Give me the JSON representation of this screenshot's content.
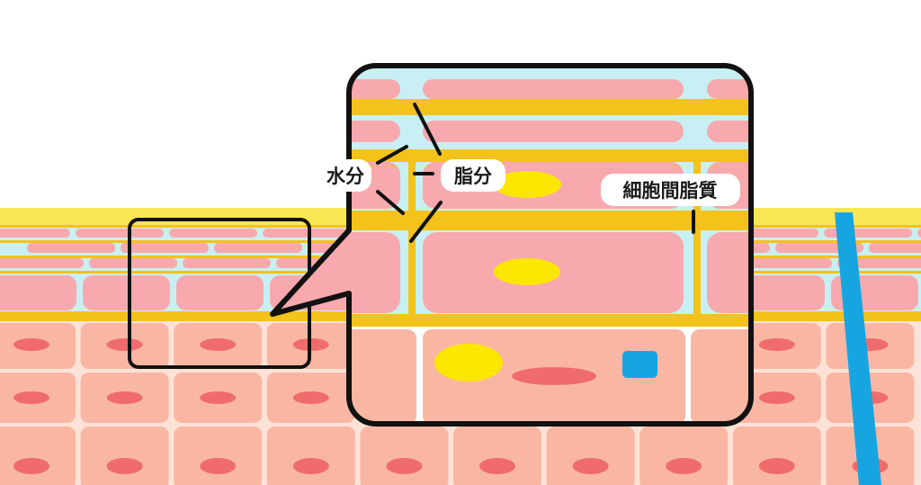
{
  "labels": {
    "water": "水分",
    "oil": "脂分",
    "intercellular_lipid": "細胞間脂質"
  },
  "colors": {
    "stratum_pink": "#f7a9ae",
    "water_cyan": "#c8f0f4",
    "lipid_gold": "#f3c21b",
    "surface_yellow": "#fbe654",
    "cell_peach": "#f9b7a3",
    "cell_gap": "#fde2d7",
    "nucleus_red": "#f06c6c",
    "oil_droplet_yellow": "#fbe600",
    "hair_blue": "#17a5e2",
    "granule_blue": "#17a5e2",
    "white": "#ffffff",
    "outline": "#111111"
  }
}
